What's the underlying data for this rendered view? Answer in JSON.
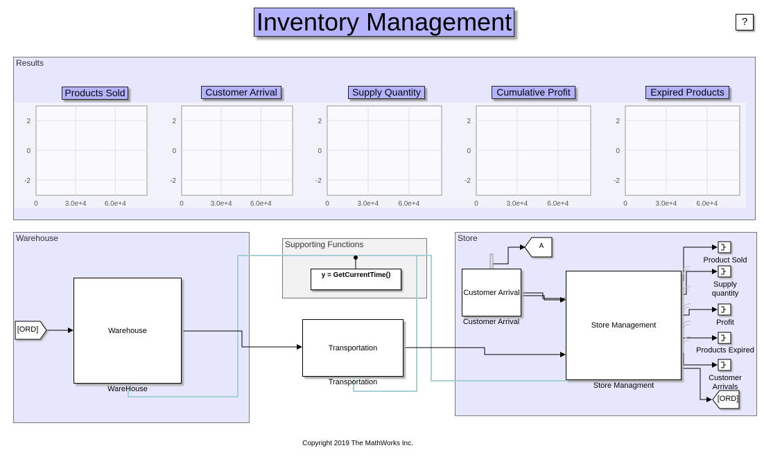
{
  "title": "Inventory Management",
  "help_label": "?",
  "results": {
    "label": "Results",
    "axis": {
      "xticks": [
        "0",
        "3.0e+4",
        "6.0e+4"
      ],
      "yticks": [
        "2",
        "0",
        "-2"
      ]
    },
    "scopes": [
      {
        "title": "Products Sold"
      },
      {
        "title": "Customer Arrival"
      },
      {
        "title": "Supply Quantity"
      },
      {
        "title": "Cumulative Profit"
      },
      {
        "title": "Expired Products"
      }
    ]
  },
  "warehouse_area": {
    "label": "Warehouse",
    "goto_tag": "[ORD]",
    "block_name": "Warehouse",
    "block_caption": "WareHouse"
  },
  "supporting": {
    "label": "Supporting Functions",
    "function_call": "y = GetCurrentTime()"
  },
  "transport": {
    "block_name": "Transportation",
    "block_caption": "Transportation"
  },
  "store_area": {
    "label": "Store",
    "customer_block": "Customer Arrival",
    "customer_caption": "Customer Arrival",
    "goto_a": "A",
    "store_block": "Store Management",
    "store_caption": "Store Managment",
    "goto_ord": "[ORD]",
    "outputs": [
      "Product Sold",
      "Supply quantity",
      "Profit",
      "Products Expired",
      "Customer Arrivals"
    ]
  },
  "copyright": "Copyright 2019 The MathWorks Inc."
}
